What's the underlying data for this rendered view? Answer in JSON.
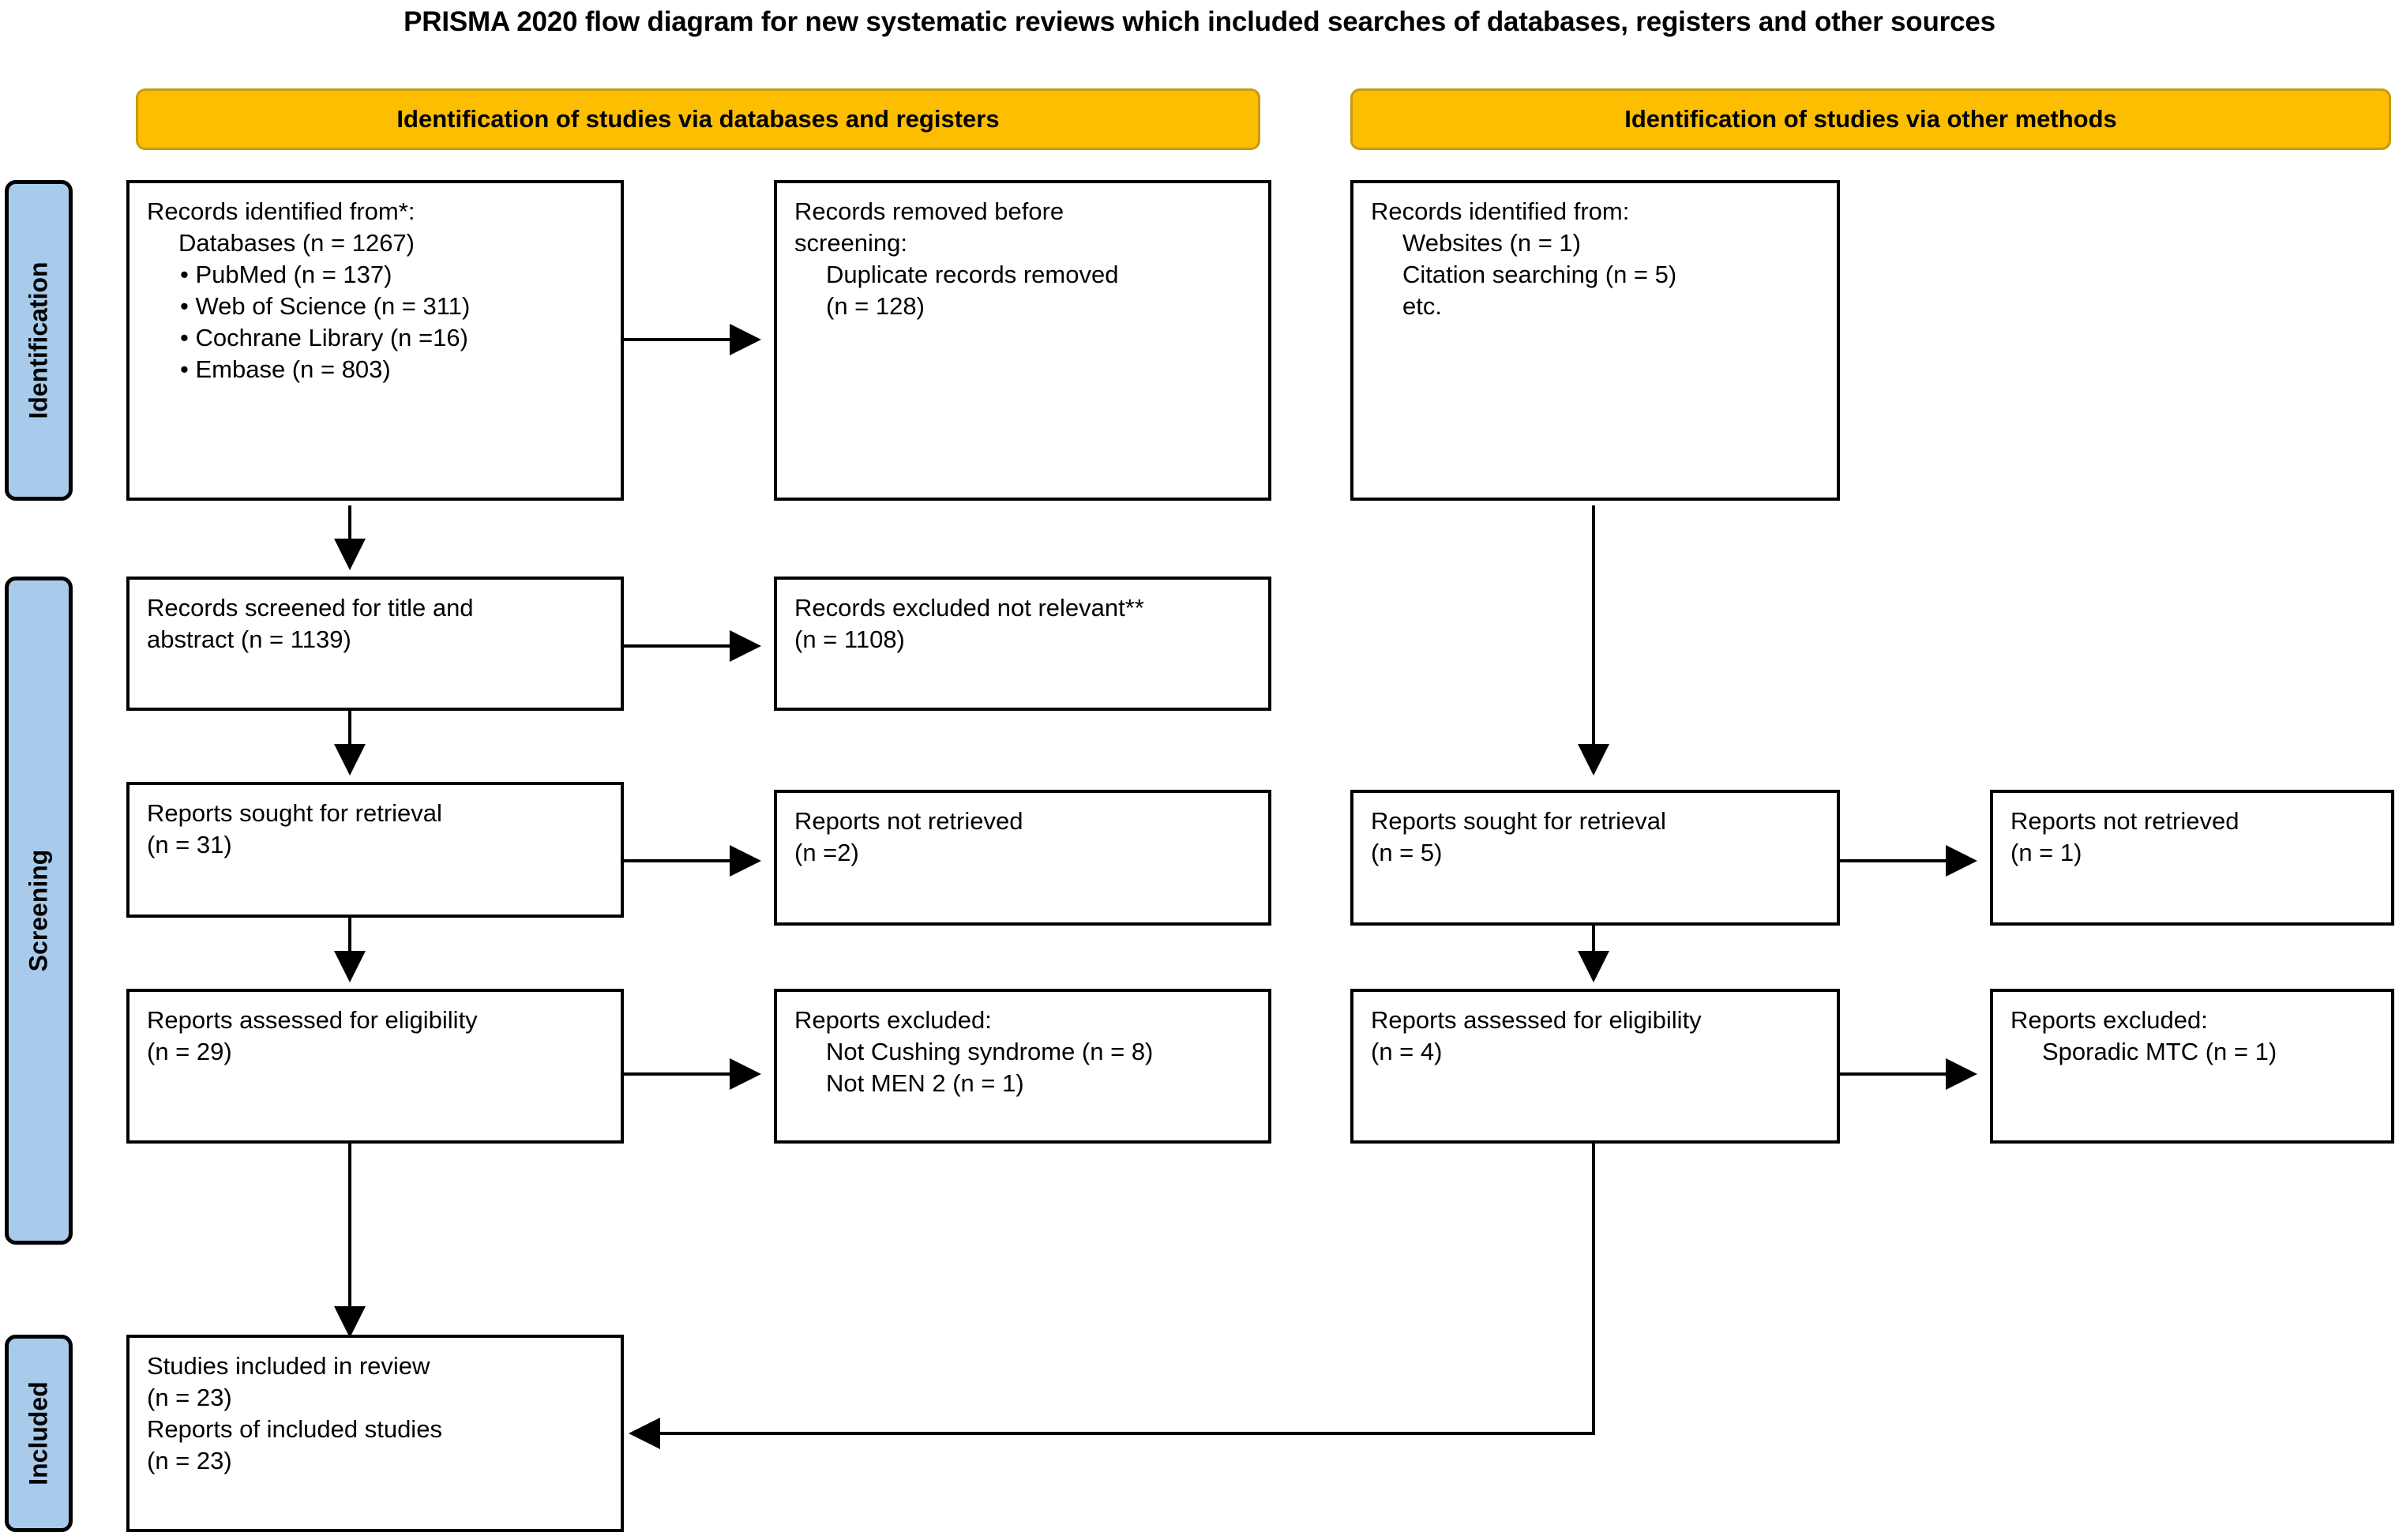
{
  "title": "PRISMA 2020 flow diagram for new systematic reviews which included searches of databases, registers and other sources",
  "colors": {
    "header_bar": "#fdbe02",
    "phase_band": "#a8cbeb",
    "box_border": "#000000",
    "connector": "#000000"
  },
  "phases": [
    {
      "id": "identification",
      "label": "Identification"
    },
    {
      "id": "screening",
      "label": "Screening"
    },
    {
      "id": "included",
      "label": "Included"
    }
  ],
  "sections": [
    {
      "id": "databases-registers",
      "title": "Identification of studies via databases and registers"
    },
    {
      "id": "other-methods",
      "title": "Identification of studies via other methods"
    }
  ],
  "boxes": {
    "records_identified_db": {
      "lines": [
        {
          "text": "Records identified from*:",
          "indent": 0
        },
        {
          "text": "Databases (n = 1267)",
          "indent": 1
        },
        {
          "text": "• PubMed (n = 137)",
          "indent": 2
        },
        {
          "text": "• Web of Science (n = 311)",
          "indent": 2
        },
        {
          "text": "• Cochrane Library (n =16)",
          "indent": 2
        },
        {
          "text": "• Embase (n = 803)",
          "indent": 2
        }
      ]
    },
    "records_removed": {
      "lines": [
        {
          "text": "Records removed before",
          "indent": 0
        },
        {
          "text": "screening:",
          "indent": 0
        },
        {
          "text": "Duplicate records removed",
          "indent": 1
        },
        {
          "text": "(n = 128)",
          "indent": 1
        }
      ]
    },
    "records_identified_other": {
      "lines": [
        {
          "text": "Records identified from:",
          "indent": 0
        },
        {
          "text": "Websites (n = 1)",
          "indent": 1
        },
        {
          "text": "Citation searching (n = 5)",
          "indent": 1
        },
        {
          "text": "etc.",
          "indent": 1
        }
      ]
    },
    "records_screened": {
      "lines": [
        {
          "text": "Records screened for title and",
          "indent": 0
        },
        {
          "text": "abstract (n = 1139)",
          "indent": 0
        }
      ]
    },
    "records_excluded": {
      "lines": [
        {
          "text": "Records excluded not relevant**",
          "indent": 0
        },
        {
          "text": "(n = 1108)",
          "indent": 0
        }
      ]
    },
    "reports_sought_db": {
      "lines": [
        {
          "text": "Reports sought for retrieval",
          "indent": 0
        },
        {
          "text": "(n = 31)",
          "indent": 0
        }
      ]
    },
    "reports_not_retrieved_db": {
      "lines": [
        {
          "text": "Reports not retrieved",
          "indent": 0
        },
        {
          "text": "(n =2)",
          "indent": 0
        }
      ]
    },
    "reports_sought_other": {
      "lines": [
        {
          "text": "Reports sought for retrieval",
          "indent": 0
        },
        {
          "text": "(n = 5)",
          "indent": 0
        }
      ]
    },
    "reports_not_retrieved_other": {
      "lines": [
        {
          "text": "Reports not retrieved",
          "indent": 0
        },
        {
          "text": "(n = 1)",
          "indent": 0
        }
      ]
    },
    "reports_assessed_db": {
      "lines": [
        {
          "text": "Reports assessed for eligibility",
          "indent": 0
        },
        {
          "text": "(n = 29)",
          "indent": 0
        }
      ]
    },
    "reports_excluded_db": {
      "lines": [
        {
          "text": "Reports excluded:",
          "indent": 0
        },
        {
          "text": "Not Cushing syndrome (n = 8)",
          "indent": 1
        },
        {
          "text": "Not MEN 2 (n = 1)",
          "indent": 1
        }
      ]
    },
    "reports_assessed_other": {
      "lines": [
        {
          "text": "Reports assessed for eligibility",
          "indent": 0
        },
        {
          "text": "(n = 4)",
          "indent": 0
        }
      ]
    },
    "reports_excluded_other": {
      "lines": [
        {
          "text": "Reports excluded:",
          "indent": 0
        },
        {
          "text": "Sporadic MTC (n = 1)",
          "indent": 1
        }
      ]
    },
    "studies_included": {
      "lines": [
        {
          "text": "Studies included in review",
          "indent": 0
        },
        {
          "text": "(n = 23)",
          "indent": 0
        },
        {
          "text": "Reports of included studies",
          "indent": 0
        },
        {
          "text": "(n = 23)",
          "indent": 0
        }
      ]
    }
  }
}
